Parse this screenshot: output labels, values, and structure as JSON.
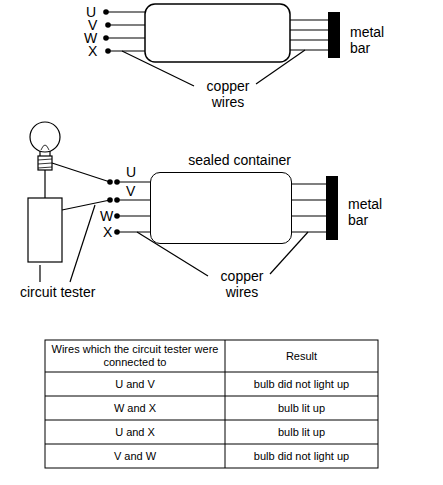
{
  "diagram": {
    "nodes": [
      {
        "text": [
          "sealed container"
        ]
      }
    ],
    "labels": [
      "U",
      "V",
      "W",
      "X",
      "metal bar",
      "copper wires",
      "U",
      "V",
      "W",
      "X",
      "metal bar",
      "copper wires",
      "circuit tester",
      "Wires which the circuit tester were connected to",
      "Result",
      "U and V",
      "bulb did not light up",
      "W and X",
      "bulb lit up",
      "U and X",
      "bulb lit up",
      "V and W",
      "bulb did not light up"
    ]
  }
}
